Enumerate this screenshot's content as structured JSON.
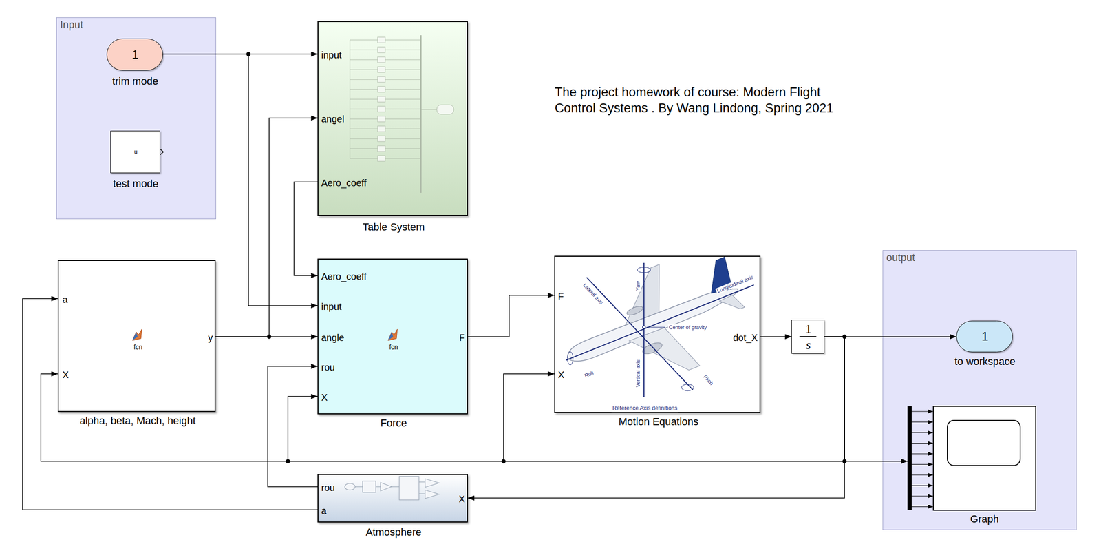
{
  "diagram": {
    "nodes": [
      {
        "text": [
          "Input"
        ]
      },
      {
        "text": [
          "1",
          "trim mode"
        ],
        "in": 0
      },
      {
        "text": [
          "u",
          "test mode"
        ],
        "in": 0
      },
      {
        "text": [
          "input",
          "angel",
          "Aero_coeff",
          "Table System"
        ]
      },
      {
        "text": [
          "a",
          "X",
          "fcn",
          "y",
          "alpha, beta, Mach, height"
        ]
      },
      {
        "text": [
          "Aero_coeff",
          "input",
          "angle",
          "rou",
          "X",
          "fcn",
          "F",
          "Force"
        ]
      },
      {
        "text": [
          "F",
          "X",
          "dot_X",
          "Motion Equations",
          "Lateral axis",
          "Yaw",
          "Longitudinal axis",
          "Center of gravity",
          "Roll",
          "Vertical axis",
          "Pitch",
          "Reference Axis definitions"
        ]
      },
      {
        "text": [
          "1",
          "s"
        ]
      },
      {
        "text": [
          "output"
        ]
      },
      {
        "text": [
          "1",
          "to workspace"
        ],
        "in": 8
      },
      {
        "text": [
          "Graph"
        ],
        "in": 8
      },
      {
        "text": [
          "rou",
          "a",
          "X",
          "Atmosphere"
        ]
      }
    ],
    "edges": [
      {
        "from": 1,
        "to": 3,
        "arrow": "to"
      },
      {
        "from": 1,
        "to": 5,
        "arrow": "to"
      },
      {
        "from": 4,
        "to": 3,
        "arrow": "to"
      },
      {
        "from": 4,
        "to": 5,
        "arrow": "to"
      },
      {
        "from": 3,
        "to": 5,
        "arrow": "to"
      },
      {
        "from": 5,
        "to": 6,
        "arrow": "to"
      },
      {
        "from": 6,
        "to": 7,
        "arrow": "to"
      },
      {
        "from": 7,
        "to": 9,
        "arrow": "to"
      },
      {
        "from": 7,
        "to": 10,
        "arrow": "to"
      },
      {
        "from": 7,
        "to": 11,
        "arrow": "to"
      },
      {
        "from": 7,
        "to": 6,
        "arrow": "to"
      },
      {
        "from": 7,
        "to": 5,
        "arrow": "to"
      },
      {
        "from": 7,
        "to": 4,
        "arrow": "to"
      },
      {
        "from": 11,
        "to": 5,
        "arrow": "to"
      },
      {
        "from": 11,
        "to": 4,
        "arrow": "to"
      }
    ],
    "labels": [
      "The project homework of course: Modern Flight Control Systems . By Wang Lindong, Spring 2021"
    ]
  }
}
